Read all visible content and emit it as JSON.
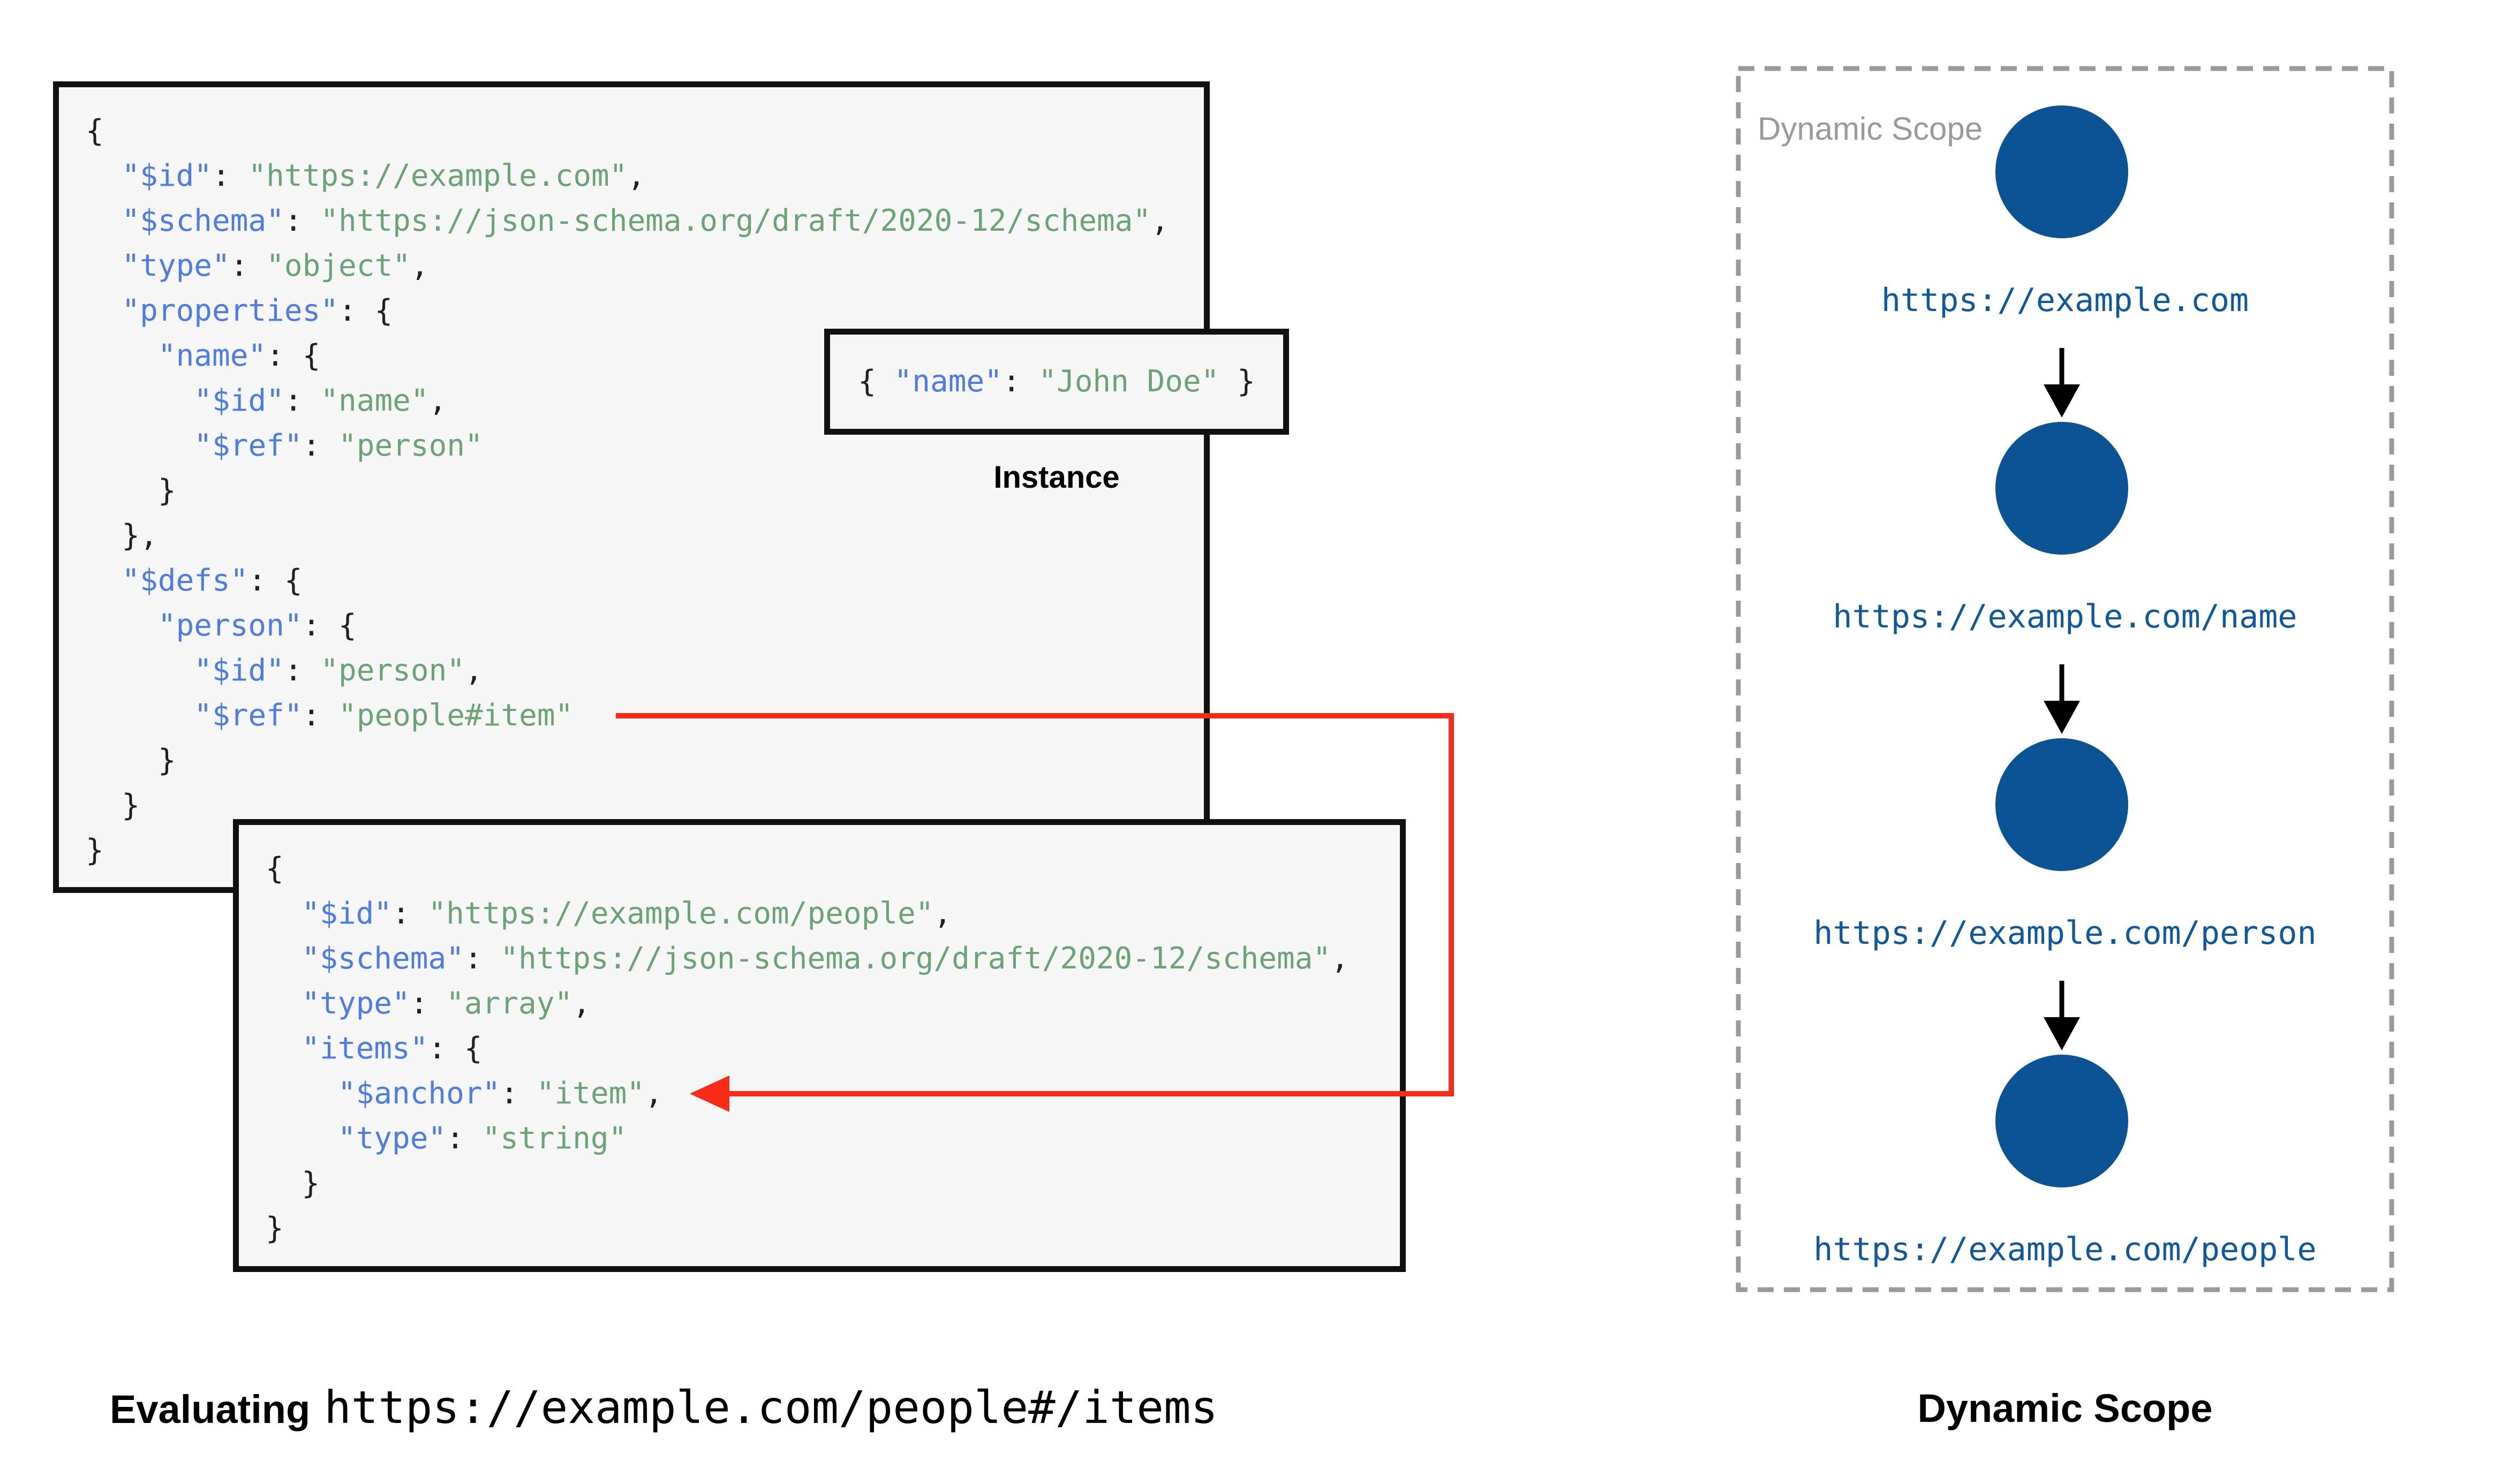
{
  "palette": {
    "key_color": "#4b7ce8",
    "string_color": "#6ba377",
    "plain_color": "#1f1f1f",
    "node_fill": "#0b5394",
    "url_color": "#0e589f",
    "red_arrow_color": "#fa2b16",
    "gray_label_color": "#9a9a9a",
    "box_bg": "#f6f6f6",
    "border_color": "#111111"
  },
  "root_schema_box": {
    "lines": [
      [
        [
          "p",
          "{"
        ]
      ],
      [
        [
          "p",
          "  "
        ],
        [
          "k",
          "\"$id\""
        ],
        [
          "p",
          ": "
        ],
        [
          "s",
          "\"https://example.com\""
        ],
        [
          "p",
          ","
        ]
      ],
      [
        [
          "p",
          "  "
        ],
        [
          "k",
          "\"$schema\""
        ],
        [
          "p",
          ": "
        ],
        [
          "s",
          "\"https://json-schema.org/draft/2020-12/schema\""
        ],
        [
          "p",
          ","
        ]
      ],
      [
        [
          "p",
          "  "
        ],
        [
          "k",
          "\"type\""
        ],
        [
          "p",
          ": "
        ],
        [
          "s",
          "\"object\""
        ],
        [
          "p",
          ","
        ]
      ],
      [
        [
          "p",
          "  "
        ],
        [
          "k",
          "\"properties\""
        ],
        [
          "p",
          ": {"
        ]
      ],
      [
        [
          "p",
          "    "
        ],
        [
          "k",
          "\"name\""
        ],
        [
          "p",
          ": {"
        ]
      ],
      [
        [
          "p",
          "      "
        ],
        [
          "k",
          "\"$id\""
        ],
        [
          "p",
          ": "
        ],
        [
          "s",
          "\"name\""
        ],
        [
          "p",
          ","
        ]
      ],
      [
        [
          "p",
          "      "
        ],
        [
          "k",
          "\"$ref\""
        ],
        [
          "p",
          ": "
        ],
        [
          "s",
          "\"person\""
        ]
      ],
      [
        [
          "p",
          "    }"
        ]
      ],
      [
        [
          "p",
          "  },"
        ]
      ],
      [
        [
          "p",
          "  "
        ],
        [
          "k",
          "\"$defs\""
        ],
        [
          "p",
          ": {"
        ]
      ],
      [
        [
          "p",
          "    "
        ],
        [
          "k",
          "\"person\""
        ],
        [
          "p",
          ": {"
        ]
      ],
      [
        [
          "p",
          "      "
        ],
        [
          "k",
          "\"$id\""
        ],
        [
          "p",
          ": "
        ],
        [
          "s",
          "\"person\""
        ],
        [
          "p",
          ","
        ]
      ],
      [
        [
          "p",
          "      "
        ],
        [
          "k",
          "\"$ref\""
        ],
        [
          "p",
          ": "
        ],
        [
          "s",
          "\"people#item\""
        ]
      ],
      [
        [
          "p",
          "    }"
        ]
      ],
      [
        [
          "p",
          "  }"
        ]
      ],
      [
        [
          "p",
          "}"
        ]
      ]
    ]
  },
  "instance_box": {
    "lines": [
      [
        [
          "p",
          "{ "
        ],
        [
          "k",
          "\"name\""
        ],
        [
          "p",
          ": "
        ],
        [
          "s",
          "\"John Doe\""
        ],
        [
          "p",
          " }"
        ]
      ]
    ],
    "label": "Instance"
  },
  "people_schema_box": {
    "lines": [
      [
        [
          "p",
          "{"
        ]
      ],
      [
        [
          "p",
          "  "
        ],
        [
          "k",
          "\"$id\""
        ],
        [
          "p",
          ": "
        ],
        [
          "s",
          "\"https://example.com/people\""
        ],
        [
          "p",
          ","
        ]
      ],
      [
        [
          "p",
          "  "
        ],
        [
          "k",
          "\"$schema\""
        ],
        [
          "p",
          ": "
        ],
        [
          "s",
          "\"https://json-schema.org/draft/2020-12/schema\""
        ],
        [
          "p",
          ","
        ]
      ],
      [
        [
          "p",
          "  "
        ],
        [
          "k",
          "\"type\""
        ],
        [
          "p",
          ": "
        ],
        [
          "s",
          "\"array\""
        ],
        [
          "p",
          ","
        ]
      ],
      [
        [
          "p",
          "  "
        ],
        [
          "k",
          "\"items\""
        ],
        [
          "p",
          ": {"
        ]
      ],
      [
        [
          "p",
          "    "
        ],
        [
          "k",
          "\"$anchor\""
        ],
        [
          "p",
          ": "
        ],
        [
          "s",
          "\"item\""
        ],
        [
          "p",
          ","
        ]
      ],
      [
        [
          "p",
          "    "
        ],
        [
          "k",
          "\"type\""
        ],
        [
          "p",
          ": "
        ],
        [
          "s",
          "\"string\""
        ]
      ],
      [
        [
          "p",
          "  }"
        ]
      ],
      [
        [
          "p",
          "}"
        ]
      ]
    ]
  },
  "evaluating_caption": {
    "prefix": "Evaluating",
    "uri": "https://example.com/people#/items"
  },
  "dynamic_scope_panel": {
    "watermark": "Dynamic Scope",
    "caption": "Dynamic Scope",
    "nodes": [
      {
        "uri": "https://example.com"
      },
      {
        "uri": "https://example.com/name"
      },
      {
        "uri": "https://example.com/person"
      },
      {
        "uri": "https://example.com/people"
      }
    ]
  }
}
